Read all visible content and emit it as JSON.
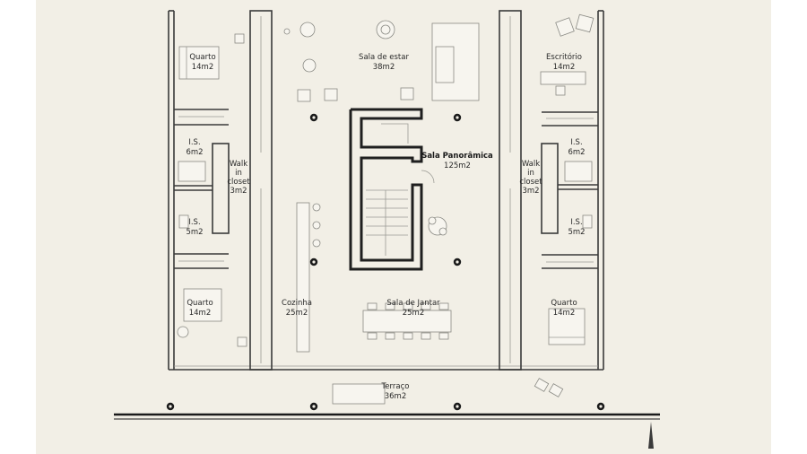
{
  "rooms": {
    "quarto_nw": {
      "name": "Quarto",
      "area": "14m2"
    },
    "sala_estar": {
      "name": "Sala de estar",
      "area": "38m2"
    },
    "escritorio": {
      "name": "Escritório",
      "area": "14m2"
    },
    "is_nw": {
      "name": "I.S.",
      "area": "6m2"
    },
    "walk_w": {
      "line1": "Walk",
      "line2": "in",
      "line3": "closet",
      "area": "3m2"
    },
    "sala_panoramica": {
      "name": "Sala Panorâmica",
      "area": "125m2"
    },
    "walk_e": {
      "line1": "Walk",
      "line2": "in",
      "line3": "closet",
      "area": "3m2"
    },
    "is_ne": {
      "name": "I.S.",
      "area": "6m2"
    },
    "is_sw": {
      "name": "I.S.",
      "area": "5m2"
    },
    "is_se": {
      "name": "I.S.",
      "area": "5m2"
    },
    "quarto_sw": {
      "name": "Quarto",
      "area": "14m2"
    },
    "cozinha": {
      "name": "Cozinha",
      "area": "25m2"
    },
    "sala_jantar": {
      "name": "Sala de Jantar",
      "area": "25m2"
    },
    "quarto_se": {
      "name": "Quarto",
      "area": "14m2"
    },
    "terraco": {
      "name": "Terraço",
      "area": "36m2"
    }
  },
  "colors": {
    "canvas": "#f2efe6",
    "wall": "#3a3a3a",
    "column": "#1a1a1a",
    "furniture_line": "#8a8a84"
  }
}
